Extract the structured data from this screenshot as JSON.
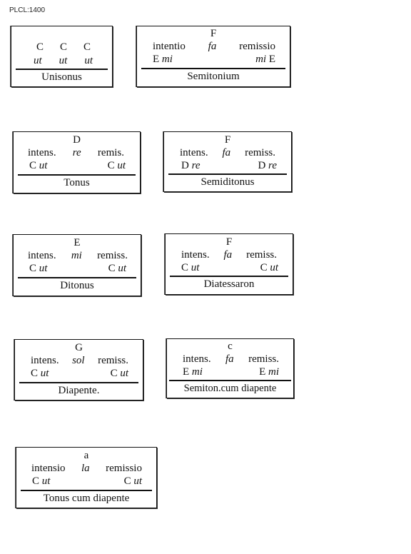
{
  "header": "PLCL:1400",
  "unisonus": {
    "l1a": "C",
    "l1b": "C",
    "l1c": "C",
    "l2a": "ut",
    "l2b": "ut",
    "l2c": "ut",
    "name": "Unisonus"
  },
  "semitonium": {
    "top": "F",
    "left": "intentio",
    "mid": "fa",
    "right": "remissio",
    "bl": "E",
    "blsy": "mi",
    "brsy": "mi",
    "br": "E",
    "name": "Semitonium"
  },
  "tonus": {
    "top": "D",
    "left": "intens.",
    "mid": "re",
    "right": "remis.",
    "bl": "C",
    "blsy": "ut",
    "br": "C",
    "brsy": "ut",
    "name": "Tonus"
  },
  "semiditonus": {
    "top": "F",
    "left": "intens.",
    "mid": "fa",
    "right": "remiss.",
    "bl": "D",
    "blsy": "re",
    "br": "D",
    "brsy": "re",
    "name": "Semiditonus"
  },
  "ditonus": {
    "top": "E",
    "left": "intens.",
    "mid": "mi",
    "right": "remiss.",
    "bl": "C",
    "blsy": "ut",
    "br": "C",
    "brsy": "ut",
    "name": "Ditonus"
  },
  "diatessaron": {
    "top": "F",
    "left": "intens.",
    "mid": "fa",
    "right": "remiss.",
    "bl": "C",
    "blsy": "ut",
    "br": "C",
    "brsy": "ut",
    "name": "Diatessaron"
  },
  "diapente": {
    "top": "G",
    "left": "intens.",
    "mid": "sol",
    "right": "remiss.",
    "bl": "C",
    "blsy": "ut",
    "br": "C",
    "brsy": "ut",
    "name": "Diapente."
  },
  "semitoncumdiapente": {
    "top": "c",
    "left": "intens.",
    "mid": "fa",
    "right": "remiss.",
    "bl": "E",
    "blsy": "mi",
    "br": "E",
    "brsy": "mi",
    "name": "Semiton.cum diapente"
  },
  "tonuscumdiapente": {
    "top": "a",
    "left": "intensio",
    "mid": "la",
    "right": "remissio",
    "bl": "C",
    "blsy": "ut",
    "br": "C",
    "brsy": "ut",
    "name": "Tonus cum diapente"
  }
}
